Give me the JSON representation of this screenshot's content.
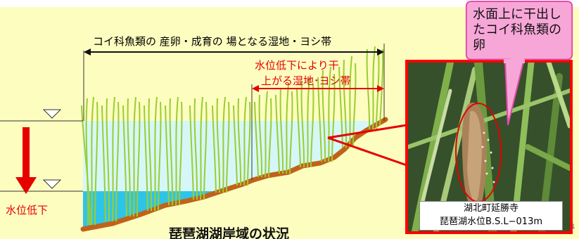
{
  "diagram": {
    "span_label": "コイ科魚類の 産卵・成育の 場となる湿地・ヨシ帯",
    "decline_area_label_line1": "水位低下により干",
    "decline_area_label_line2": "上がる湿地･ヨシ帯",
    "water_drop_label": "水位低下",
    "title": "琵琶湖湖岸域の状況"
  },
  "callout": {
    "text": "水面上に干出したコイ科魚類の卵"
  },
  "photo": {
    "caption_line1": "湖北町延勝寺",
    "caption_line2": "琵琶湖水位B.S.L−013m"
  },
  "page_number": "1",
  "colors": {
    "panel_bg": "#fdfdc0",
    "water_high": "#d6f7f7",
    "water_low": "#2ec4e8",
    "ground": "#c0621a",
    "reed": "#9acd32",
    "arrow_red": "#e60000",
    "callout_fill": "#f7a6d8",
    "callout_stroke": "#e04aa8",
    "photo_border": "#ff0000"
  }
}
